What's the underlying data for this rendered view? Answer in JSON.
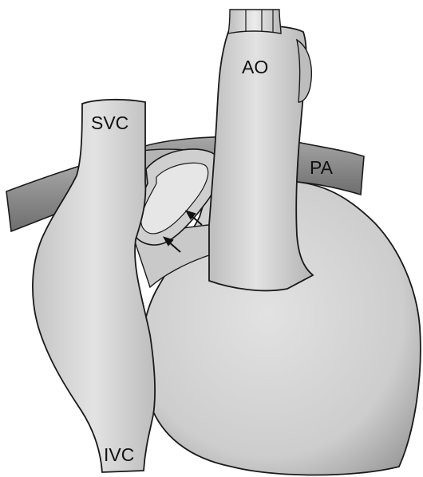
{
  "labels": {
    "aorta": "AO",
    "svc": "SVC",
    "pa": "PA",
    "ivc": "IVC"
  },
  "colors": {
    "outline": "#1a1a1a",
    "vessel_fill": "#cfcfcf",
    "vessel_light": "#e6e6e6",
    "vessel_dark": "#8d8d8d",
    "background": "#ffffff"
  }
}
